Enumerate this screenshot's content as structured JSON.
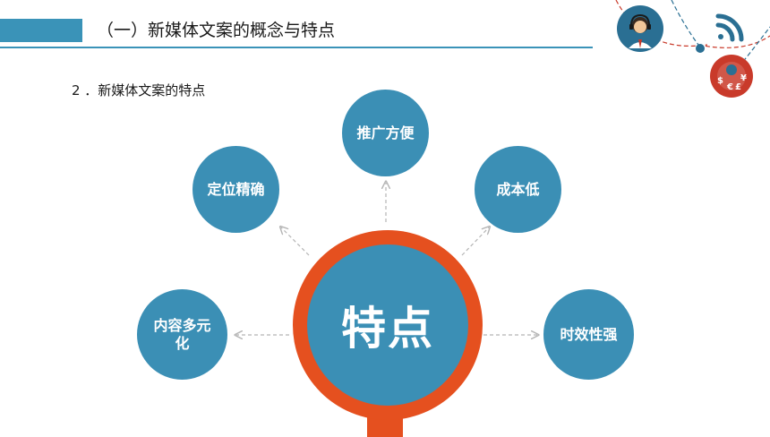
{
  "header": {
    "title": "（一）新媒体文案的概念与特点"
  },
  "section": {
    "subtitle": "2 ．新媒体文案的特点"
  },
  "diagram": {
    "center": "特点",
    "nodes": {
      "tuiguang": "推广方便",
      "dingwei": "定位精确",
      "chengben": "成本低",
      "neirong": "内容多元化",
      "shixiao": "时效性强"
    }
  },
  "decoration": {
    "icons": [
      "headset-agent-icon",
      "wifi-signal-icon",
      "currency-exchange-icon"
    ],
    "currency_symbols": [
      "$",
      "€",
      "£",
      "¥"
    ]
  },
  "colors": {
    "primary": "#3b8fb5",
    "accent": "#e5501f",
    "decor_red": "#c93a2a",
    "decor_blue": "#2a6f93"
  }
}
